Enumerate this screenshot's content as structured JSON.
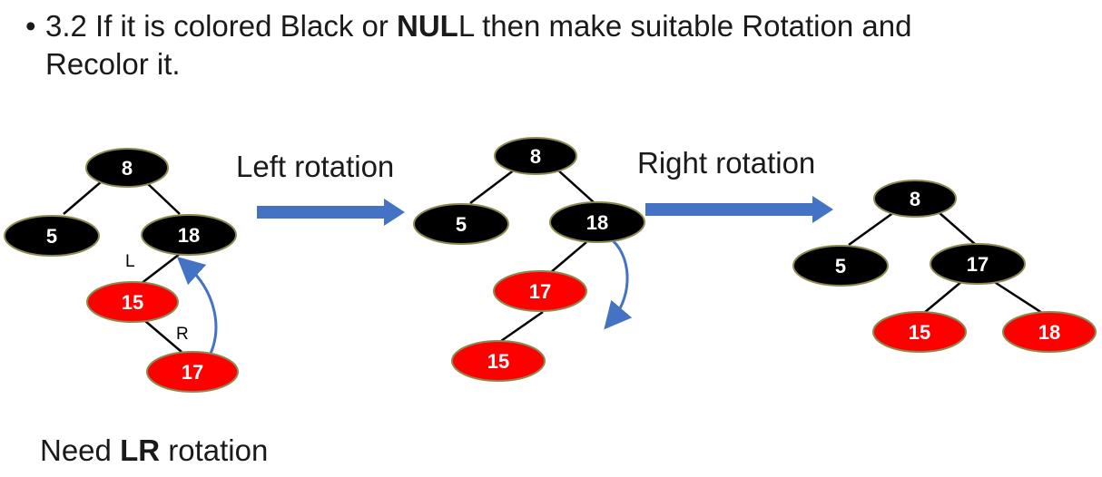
{
  "bullet": {
    "marker": "•",
    "prefix": "3.2  If it is colored Black or ",
    "bold": "NUL",
    "suffix": "L then make suitable Rotation and",
    "line2": "Recolor it."
  },
  "captions": {
    "left_rotation": "Left rotation",
    "right_rotation": "Right rotation"
  },
  "footer": {
    "prefix": "Need ",
    "bold": "LR",
    "suffix": " rotation"
  },
  "colors": {
    "black_node": "#000000",
    "red_node": "#ff0000",
    "node_outline": "#8a8a50",
    "node_text": "#ffffff",
    "arrow": "#4472c4"
  },
  "trees": {
    "tree1": {
      "nodes": [
        {
          "id": "t1-8",
          "label": "8",
          "color": "black"
        },
        {
          "id": "t1-5",
          "label": "5",
          "color": "black"
        },
        {
          "id": "t1-18",
          "label": "18",
          "color": "black"
        },
        {
          "id": "t1-15",
          "label": "15",
          "color": "red"
        },
        {
          "id": "t1-17",
          "label": "17",
          "color": "red"
        }
      ],
      "edge_labels": {
        "left": "L",
        "right": "R"
      }
    },
    "tree2": {
      "nodes": [
        {
          "id": "t2-8",
          "label": "8",
          "color": "black"
        },
        {
          "id": "t2-5",
          "label": "5",
          "color": "black"
        },
        {
          "id": "t2-18",
          "label": "18",
          "color": "black"
        },
        {
          "id": "t2-17",
          "label": "17",
          "color": "red"
        },
        {
          "id": "t2-15",
          "label": "15",
          "color": "red"
        }
      ]
    },
    "tree3": {
      "nodes": [
        {
          "id": "t3-8",
          "label": "8",
          "color": "black"
        },
        {
          "id": "t3-5",
          "label": "5",
          "color": "black"
        },
        {
          "id": "t3-17",
          "label": "17",
          "color": "black"
        },
        {
          "id": "t3-15",
          "label": "15",
          "color": "red"
        },
        {
          "id": "t3-18",
          "label": "18",
          "color": "red"
        }
      ]
    }
  }
}
